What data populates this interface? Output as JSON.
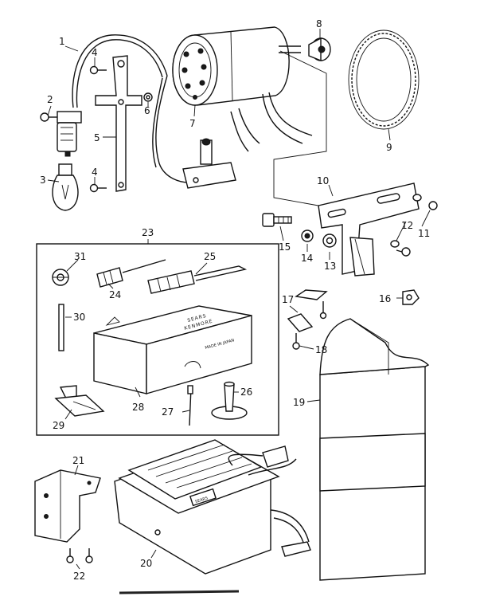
{
  "callouts": [
    {
      "id": "1",
      "text": "1"
    },
    {
      "id": "2",
      "text": "2"
    },
    {
      "id": "3",
      "text": "3"
    },
    {
      "id": "4a",
      "text": "4"
    },
    {
      "id": "4b",
      "text": "4"
    },
    {
      "id": "5",
      "text": "5"
    },
    {
      "id": "6",
      "text": "6"
    },
    {
      "id": "7",
      "text": "7"
    },
    {
      "id": "8",
      "text": "8"
    },
    {
      "id": "9",
      "text": "9"
    },
    {
      "id": "10",
      "text": "10"
    },
    {
      "id": "11",
      "text": "11"
    },
    {
      "id": "12",
      "text": "12"
    },
    {
      "id": "13",
      "text": "13"
    },
    {
      "id": "14",
      "text": "14"
    },
    {
      "id": "15",
      "text": "15"
    },
    {
      "id": "16",
      "text": "16"
    },
    {
      "id": "17",
      "text": "17"
    },
    {
      "id": "18",
      "text": "18"
    },
    {
      "id": "19",
      "text": "19"
    },
    {
      "id": "20",
      "text": "20"
    },
    {
      "id": "21",
      "text": "21"
    },
    {
      "id": "22",
      "text": "22"
    },
    {
      "id": "23",
      "text": "23"
    },
    {
      "id": "24",
      "text": "24"
    },
    {
      "id": "25",
      "text": "25"
    },
    {
      "id": "26",
      "text": "26"
    },
    {
      "id": "27",
      "text": "27"
    },
    {
      "id": "28",
      "text": "28"
    },
    {
      "id": "29",
      "text": "29"
    },
    {
      "id": "30",
      "text": "30"
    },
    {
      "id": "31",
      "text": "31"
    }
  ],
  "box_text": {
    "brand_line1": "SEARS",
    "brand_line2": "KENMORE",
    "origin": "MADE IN JAPAN"
  },
  "pedal_text": {
    "brand": "SEARS"
  },
  "colors": {
    "ink": "#111111",
    "paper": "#ffffff"
  }
}
